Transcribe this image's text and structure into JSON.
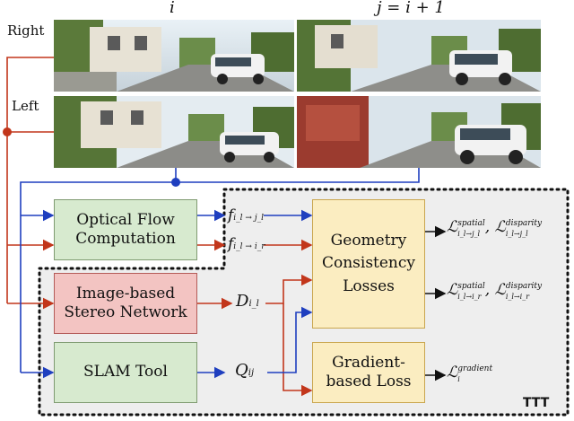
{
  "columns": {
    "left_header": "i",
    "right_header": "j = i + 1"
  },
  "rows": {
    "right_label": "Right",
    "left_label": "Left"
  },
  "boxes": {
    "optical_flow": "Optical Flow\nComputation",
    "stereo_net": "Image-based\nStereo Network",
    "slam": "SLAM Tool",
    "geometry": "Geometry\nConsistency\nLosses",
    "gradient": "Gradient-\nbased Loss"
  },
  "symbols": {
    "f_ij": "f",
    "f_ij_sub": "i_l → j_l",
    "f_ir": "f",
    "f_ir_sub": "i_l → i_r",
    "D": "D",
    "D_sub": "i_l",
    "Q": "Q",
    "Q_sub": "ij"
  },
  "losses": {
    "out1_main": "ℒ",
    "out1_sup_a": "spatial",
    "out1_sub_a": "i_l→j_l",
    "out1_sup_b": "disparity",
    "out1_sub_b": "i_l→j_l",
    "out2_sup_a": "spatial",
    "out2_sub_a": "i_l→i_r",
    "out2_sup_b": "disparity",
    "out2_sub_b": "i_l→i_r",
    "out3_sup": "gradient",
    "out3_sub": "i"
  },
  "ttt_label": "TTT",
  "colors": {
    "blue": "#1f3fbf",
    "red": "#c2361b",
    "green_fill": "#d7eacf",
    "red_fill": "#f3c4c2",
    "yellow_fill": "#fbedc1",
    "ttt_bg": "#eeeeee"
  }
}
